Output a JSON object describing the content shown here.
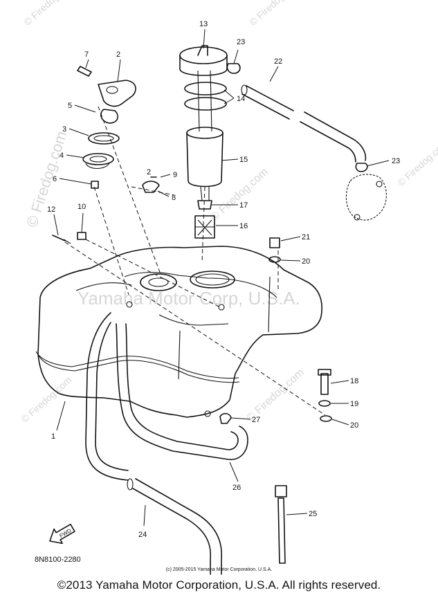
{
  "watermarks": {
    "brand": "Yamaha Motor Corp, U.S.A.",
    "site": "© Firedog.com"
  },
  "callouts": [
    "1",
    "2",
    "3",
    "4",
    "5",
    "6",
    "7",
    "8",
    "9",
    "10",
    "12",
    "13",
    "14",
    "15",
    "16",
    "17",
    "18",
    "19",
    "20",
    "20",
    "21",
    "22",
    "23",
    "23",
    "24",
    "25",
    "26",
    "27",
    "2"
  ],
  "diagram_code": "8N8100-2280",
  "front_arrow_label": "FWD",
  "fine_print": "(c) 2005-2015 Yamaha Motor Corporation, U.S.A.",
  "copyright": "©2013 Yamaha Motor Corporation, U.S.A. All rights reserved."
}
